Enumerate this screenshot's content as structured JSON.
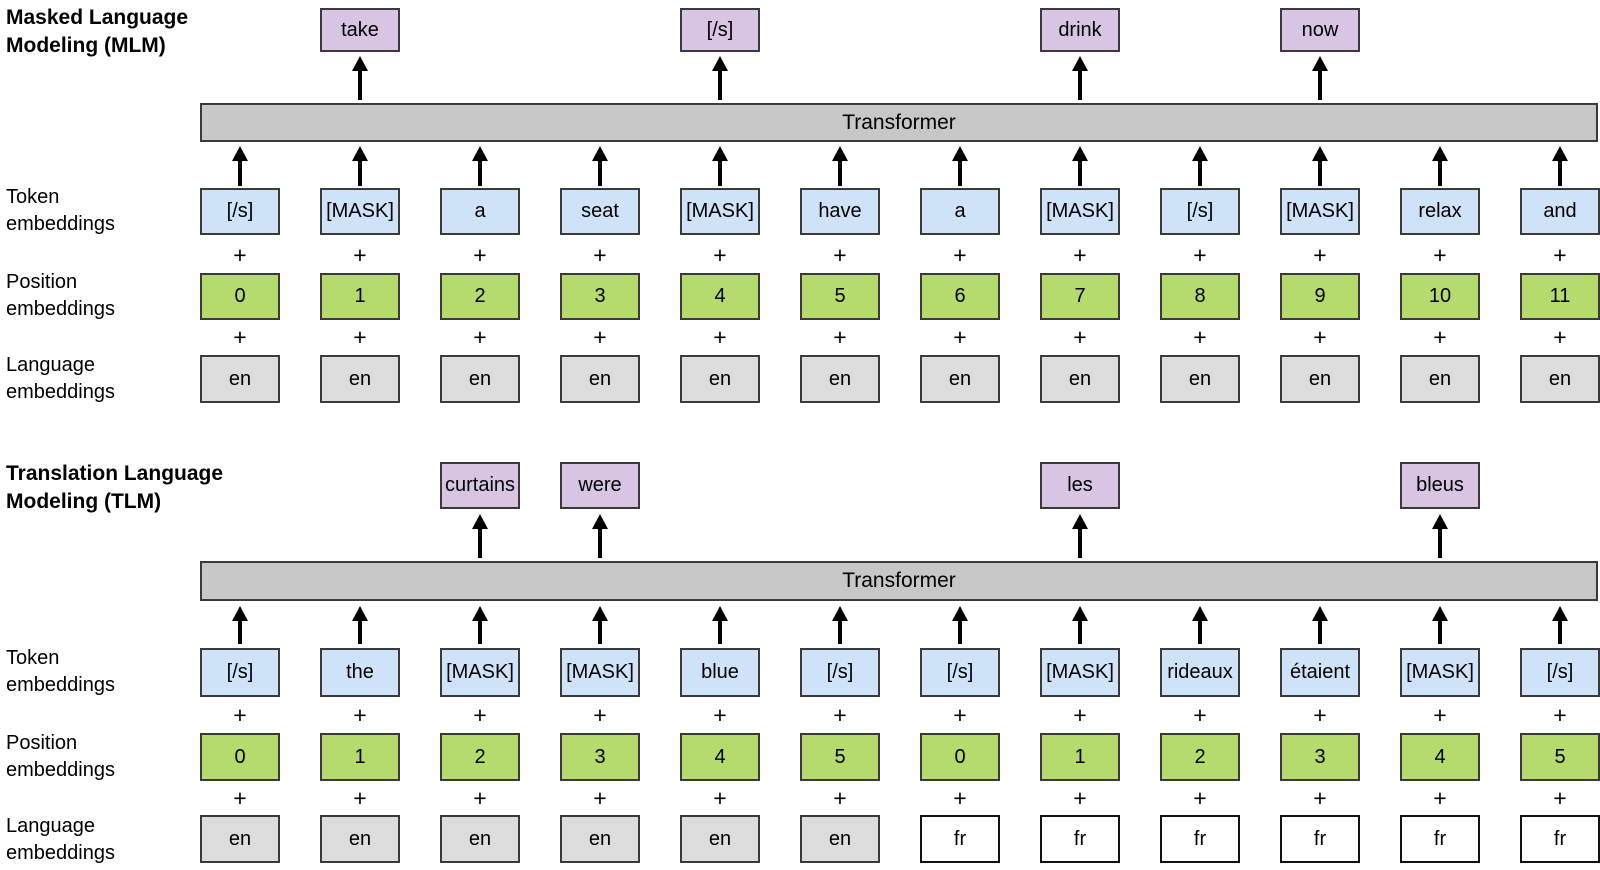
{
  "icons": {
    "up_arrow": "↑",
    "plus_sign": "+"
  },
  "colors": {
    "token_box": "#cfe3f8",
    "position_box": "#b5da6d",
    "language_en_box": "#dcdcdc",
    "language_fr_box": "#ffffff",
    "output_box": "#d8c5e3",
    "transformer_bar": "#c7c7c7",
    "box_border": "#3a3a3a",
    "fr_border": "#111111"
  },
  "row_labels": {
    "token": "Token\nembeddings",
    "position": "Position\nembeddings",
    "language": "Language\nembeddings"
  },
  "mlm": {
    "title": "Masked Language\nModeling (MLM)",
    "transformer_label": "Transformer",
    "outputs": [
      {
        "col": 1,
        "text": "take"
      },
      {
        "col": 4,
        "text": "[/s]"
      },
      {
        "col": 7,
        "text": "drink"
      },
      {
        "col": 9,
        "text": "now"
      }
    ],
    "tokens": [
      "[/s]",
      "[MASK]",
      "a",
      "seat",
      "[MASK]",
      "have",
      "a",
      "[MASK]",
      "[/s]",
      "[MASK]",
      "relax",
      "and"
    ],
    "positions": [
      "0",
      "1",
      "2",
      "3",
      "4",
      "5",
      "6",
      "7",
      "8",
      "9",
      "10",
      "11"
    ],
    "languages": [
      "en",
      "en",
      "en",
      "en",
      "en",
      "en",
      "en",
      "en",
      "en",
      "en",
      "en",
      "en"
    ]
  },
  "tlm": {
    "title": "Translation Language\nModeling (TLM)",
    "transformer_label": "Transformer",
    "outputs": [
      {
        "col": 2,
        "text": "curtains"
      },
      {
        "col": 3,
        "text": "were"
      },
      {
        "col": 7,
        "text": "les"
      },
      {
        "col": 10,
        "text": "bleus"
      }
    ],
    "tokens": [
      "[/s]",
      "the",
      "[MASK]",
      "[MASK]",
      "blue",
      "[/s]",
      "[/s]",
      "[MASK]",
      "rideaux",
      "étaient",
      "[MASK]",
      "[/s]"
    ],
    "positions": [
      "0",
      "1",
      "2",
      "3",
      "4",
      "5",
      "0",
      "1",
      "2",
      "3",
      "4",
      "5"
    ],
    "languages": [
      "en",
      "en",
      "en",
      "en",
      "en",
      "en",
      "fr",
      "fr",
      "fr",
      "fr",
      "fr",
      "fr"
    ]
  }
}
